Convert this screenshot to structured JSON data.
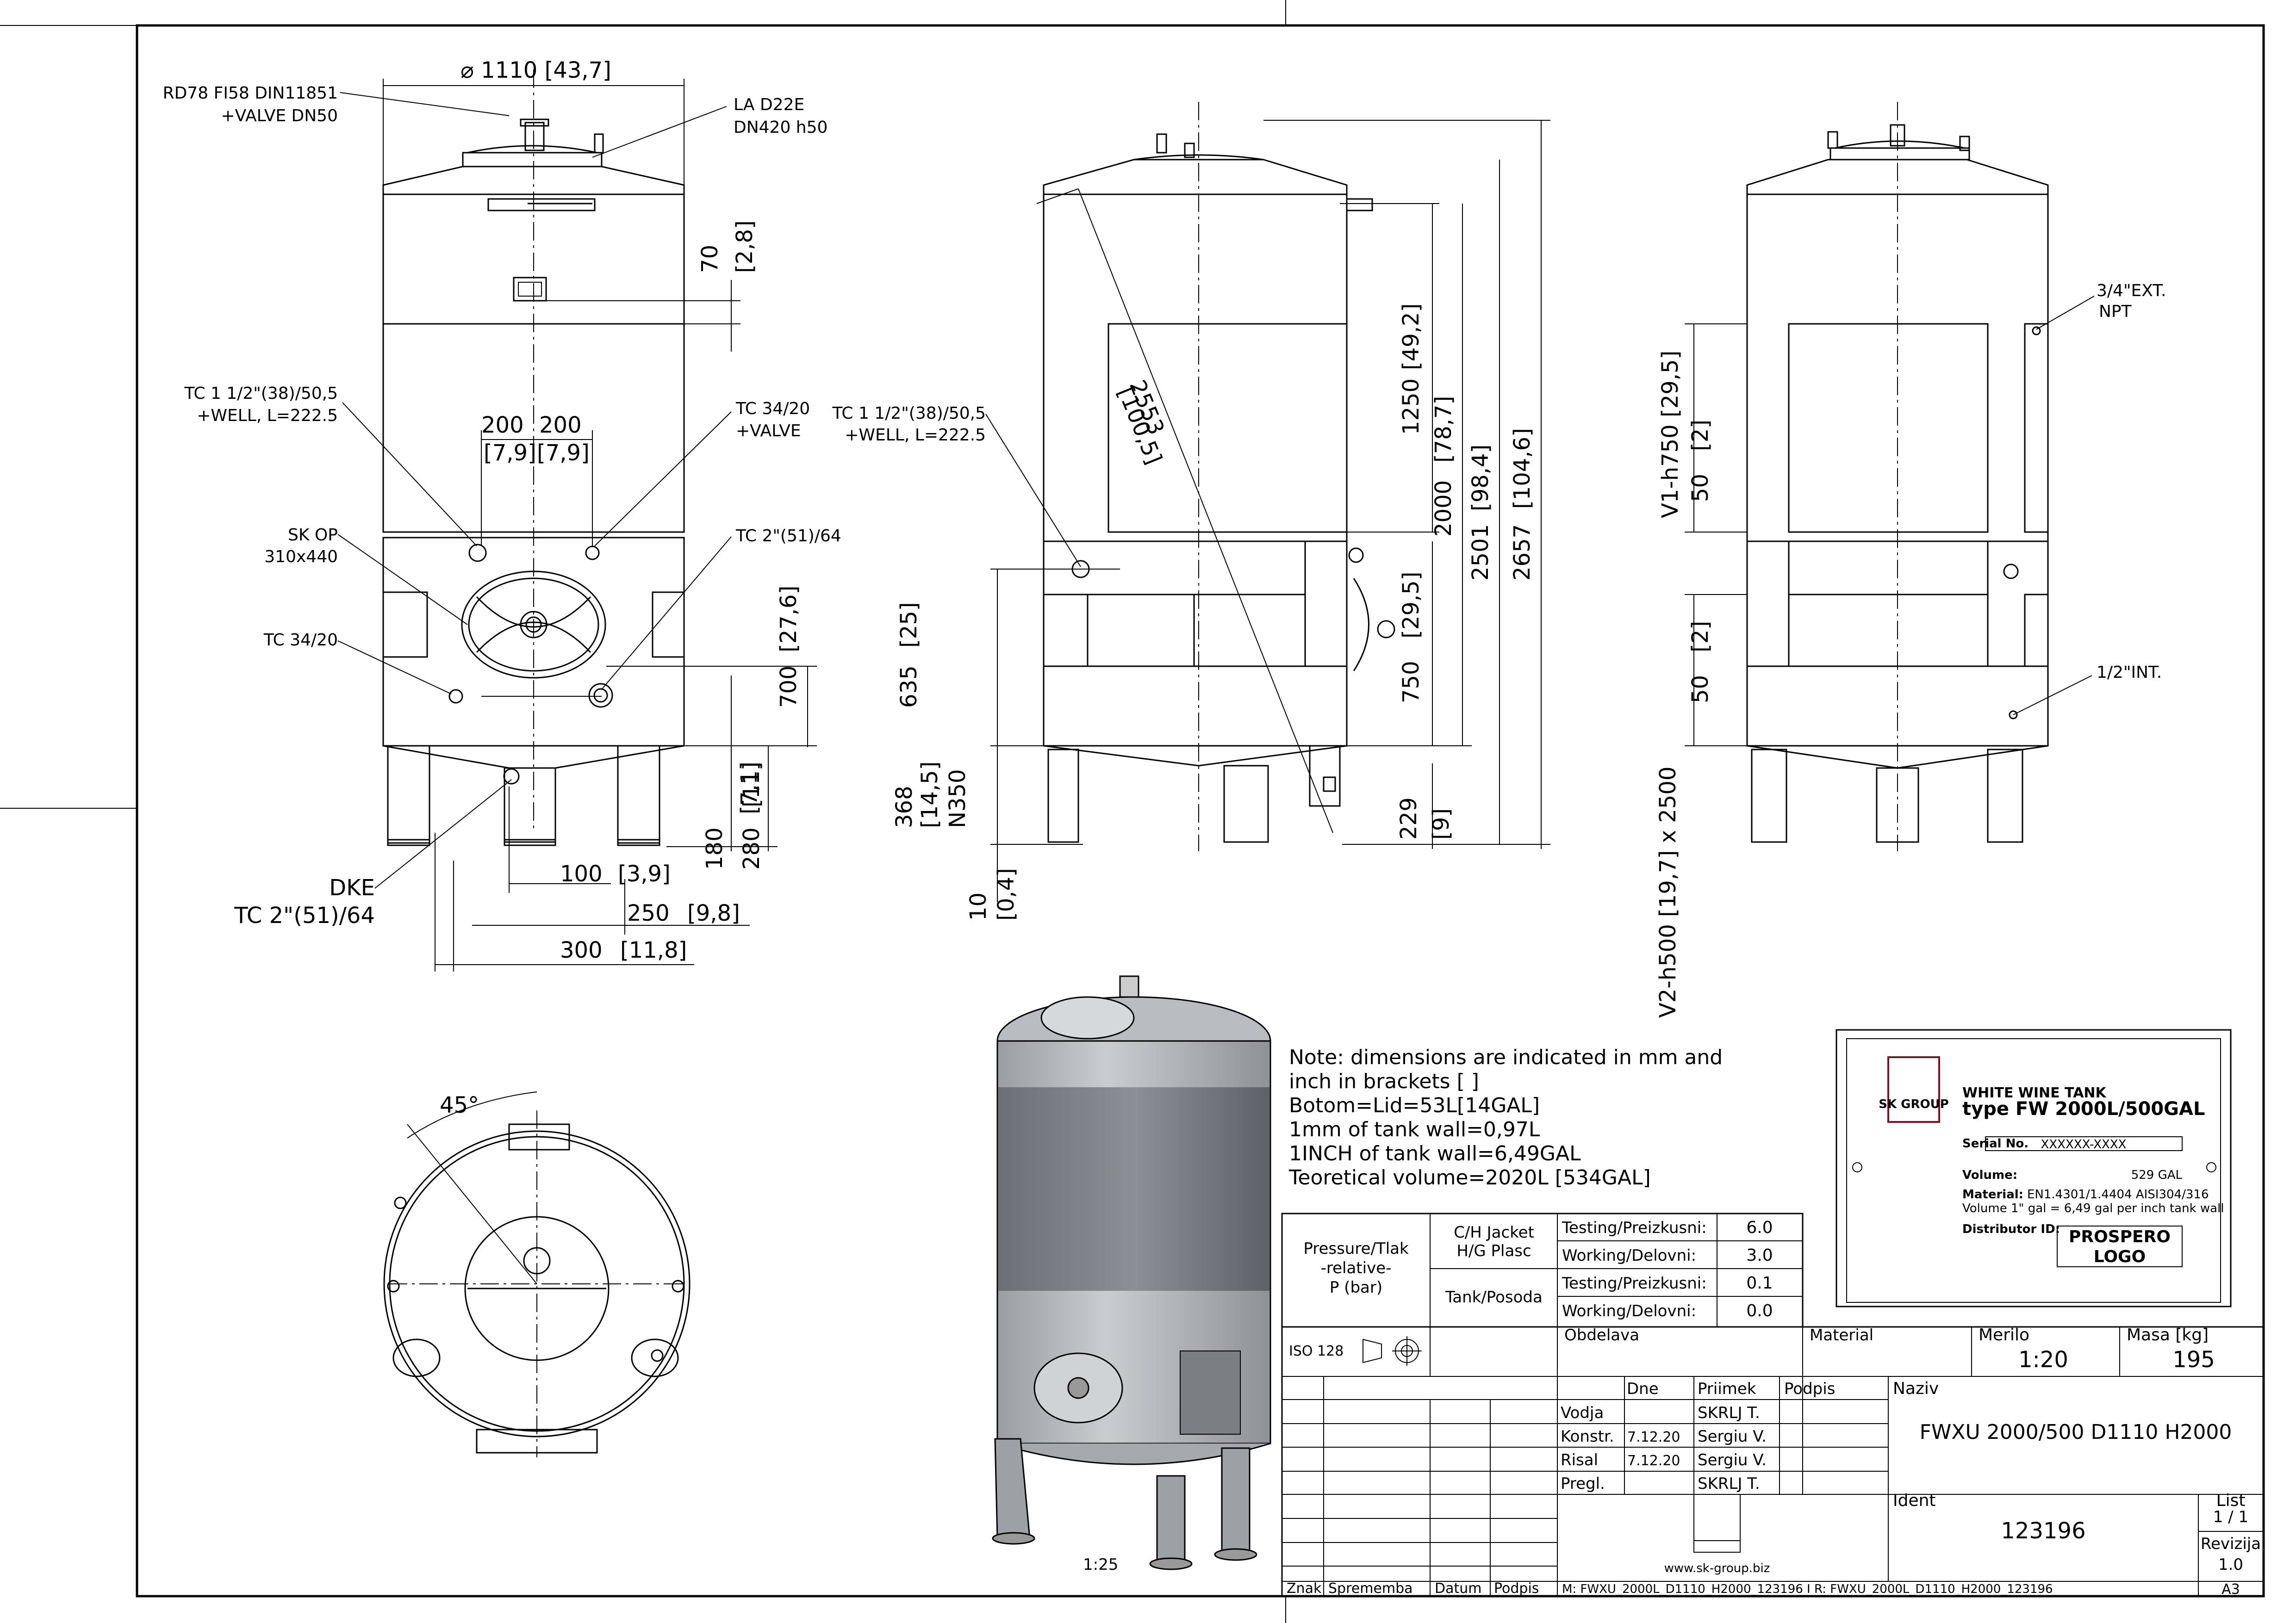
{
  "front_view": {
    "dims": {
      "diameter": "⌀ 1110  [43,7]",
      "d70": "70",
      "d70_in": "[2,8]",
      "d200a": "200",
      "d200b": "200",
      "d79a": "[7,9]",
      "d79b": "[7,9]",
      "d700": "700",
      "d700_in": "[27,6]",
      "d180": "180",
      "d180_in": "[7,1]",
      "d280": "280",
      "d280_in": "[11]",
      "d100": "100",
      "d100_in": "[3,9]",
      "d250": "250",
      "d250_in": "[9,8]",
      "d300": "300",
      "d300_in": "[11,8]"
    },
    "labels": {
      "rd78_1": "RD78 FI58 DIN11851",
      "rd78_2": "+VALVE DN50",
      "la_1": "LA D22E",
      "la_2": "DN420 h50",
      "tc112_1": "TC 1 1/2\"(38)/50,5",
      "tc112_2": "+WELL, L=222.5",
      "tc3420v_1": "TC 34/20",
      "tc3420v_2": "+VALVE",
      "skop_1": "SK OP",
      "skop_2": "310x440",
      "tc2_top": "TC 2\"(51)/64",
      "tc3420": "TC 34/20",
      "dke": "DKE",
      "tc2_bottom": "TC 2\"(51)/64"
    }
  },
  "side_view": {
    "dims": {
      "d2553": "2553",
      "d2553_in": "[100,5]",
      "d1250": "1250",
      "d1250_in": "[49,2]",
      "d2000": "2000",
      "d2000_in": "[78,7]",
      "d2501": "2501",
      "d2501_in": "[98,4]",
      "d2657": "2657",
      "d2657_in": "[104,6]",
      "d750": "750",
      "d750_in": "[29,5]",
      "d635": "635",
      "d635_in": "[25]",
      "d368": "368",
      "d368_in": "[14,5]",
      "n350": "N350",
      "d229": "229",
      "d229_in": "[9]",
      "d10": "10",
      "d10_in": "[0,4]"
    },
    "labels": {
      "tc112_1": "TC 1 1/2\"(38)/50,5",
      "tc112_2": "+WELL, L=222.5"
    }
  },
  "back_view": {
    "dims": {
      "v1": "V1-h750  [29,5]",
      "d50a": "50",
      "d50a_in": "[2]",
      "d50b": "50",
      "d50b_in": "[2]",
      "v2": "V2-h500  [19,7] x 2500"
    },
    "labels": {
      "ext_1": "3/4\"EXT.",
      "ext_2": "NPT",
      "int": "1/2\"INT."
    }
  },
  "top_view": {
    "angle": "45°"
  },
  "iso_view": {
    "scale": "1:25"
  },
  "notes": [
    "Note: dimensions are indicated in mm and",
    "inch in brackets [ ]",
    "Botom=Lid=53L[14GAL]",
    "1mm of tank wall=0,97L",
    "1INCH of tank wall=6,49GAL",
    "Teoretical volume=2020L [534GAL]"
  ],
  "nameplate": {
    "logo": "SK GROUP",
    "title_1": "WHITE WINE TANK",
    "title_2": "type FW 2000L/500GAL",
    "serial_label": "Serial No.",
    "serial_value": "XXXXXX-XXXX",
    "volume_label": "Volume:",
    "volume_value": "529 GAL",
    "material_label": "Material:",
    "material_value": "EN1.4301/1.4404  AISI304/316",
    "volume_note": "Volume 1\" gal = 6,49 gal per inch tank wall",
    "distributor_label": "Distributor ID:",
    "distributor_1": "PROSPERO",
    "distributor_2": "LOGO"
  },
  "pressure_table": {
    "pressure_1": "Pressure/Tlak",
    "pressure_2": "-relative-",
    "pressure_3": "P (bar)",
    "jacket_1": "C/H Jacket",
    "jacket_2": "H/G Plasc",
    "tank": "Tank/Posoda",
    "rows": [
      {
        "label": "Testing/Preizkusni:",
        "value": "6.0"
      },
      {
        "label": "Working/Delovni:",
        "value": "3.0"
      },
      {
        "label": "Testing/Preizkusni:",
        "value": "0.1"
      },
      {
        "label": "Working/Delovni:",
        "value": "0.0"
      }
    ]
  },
  "title_block": {
    "iso": "ISO 128",
    "obdelava": "Obdelava",
    "material": "Material",
    "merilo_label": "Merilo",
    "merilo_value": "1:20",
    "masa_label": "Masa [kg]",
    "masa_value": "195",
    "hdr_dne": "Dne",
    "hdr_priimek": "Priimek",
    "hdr_podpis": "Podpis",
    "naziv_label": "Naziv",
    "naziv_value": "FWXU 2000/500 D1110 H2000",
    "roles": [
      {
        "role": "Vodja",
        "date": "",
        "name": "SKRLJ T."
      },
      {
        "role": "Konstr.",
        "date": "7.12.20",
        "name": "Sergiu V."
      },
      {
        "role": "Risal",
        "date": "7.12.20",
        "name": "Sergiu V."
      },
      {
        "role": "Pregl.",
        "date": "",
        "name": "SKRLJ T."
      }
    ],
    "website": "www.sk-group.biz",
    "ident_label": "Ident",
    "ident_value": "123196",
    "list_label": "List",
    "list_value": "1 / 1",
    "revizija_label": "Revizija",
    "revizija_value": "1.0",
    "format": "A3",
    "footer": {
      "znak": "Znak",
      "sprememba": "Sprememba",
      "datum": "Datum",
      "podpis": "Podpis",
      "files": "M: FWXU_2000L_D1110_H2000_123196 I R: FWXU_2000L_D1110_H2000_123196"
    }
  }
}
